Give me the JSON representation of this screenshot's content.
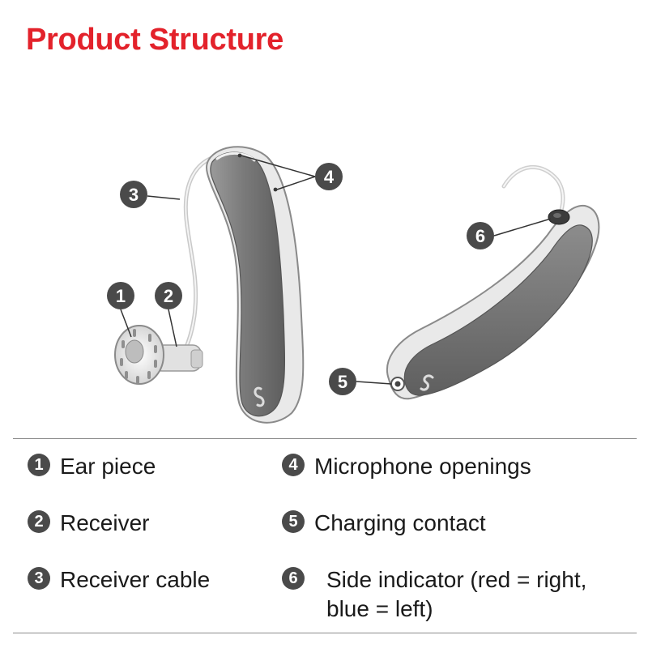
{
  "title": "Product Structure",
  "callouts": [
    "1",
    "2",
    "3",
    "4",
    "5",
    "6"
  ],
  "legend": [
    {
      "number": "1",
      "label": "Ear piece"
    },
    {
      "number": "2",
      "label": "Receiver"
    },
    {
      "number": "3",
      "label": "Receiver cable"
    },
    {
      "number": "4",
      "label": "Microphone openings"
    },
    {
      "number": "5",
      "label": "Charging contact"
    },
    {
      "number": "6",
      "label": "Side indicator (red = right, blue = left)"
    }
  ],
  "colors": {
    "title": "#e3222b",
    "badge": "#4a4a4a",
    "device_body": "#7b7b7b",
    "device_shell": "#e6e6e6"
  }
}
